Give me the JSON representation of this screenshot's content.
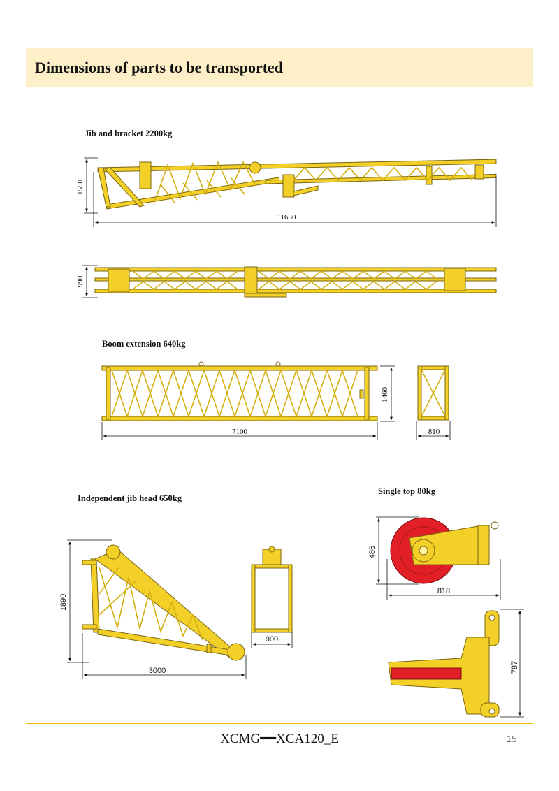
{
  "header": {
    "title": "Dimensions of parts to be transported"
  },
  "sections": {
    "jib_bracket": {
      "label": "Jib and bracket 2200kg",
      "side_height": "1550",
      "length": "11650",
      "top_width": "990"
    },
    "boom_extension": {
      "label": "Boom extension 640kg",
      "length": "7100",
      "height": "1460",
      "width": "810"
    },
    "independent_jib_head": {
      "label": "Independent jib head 650kg",
      "height": "1890",
      "length": "3000",
      "width": "900"
    },
    "single_top": {
      "label": "Single top 80kg",
      "height": "486",
      "length": "818",
      "plan_length": "787"
    }
  },
  "footer": {
    "brand": "XCMG━━XCA120_E",
    "page_number": "15"
  },
  "colors": {
    "steel_yellow": "#f2d028",
    "outline": "#7a6410",
    "sheave_red": "#e21e26",
    "header_bg": "#fdf0c9",
    "rule": "#f2b600"
  }
}
